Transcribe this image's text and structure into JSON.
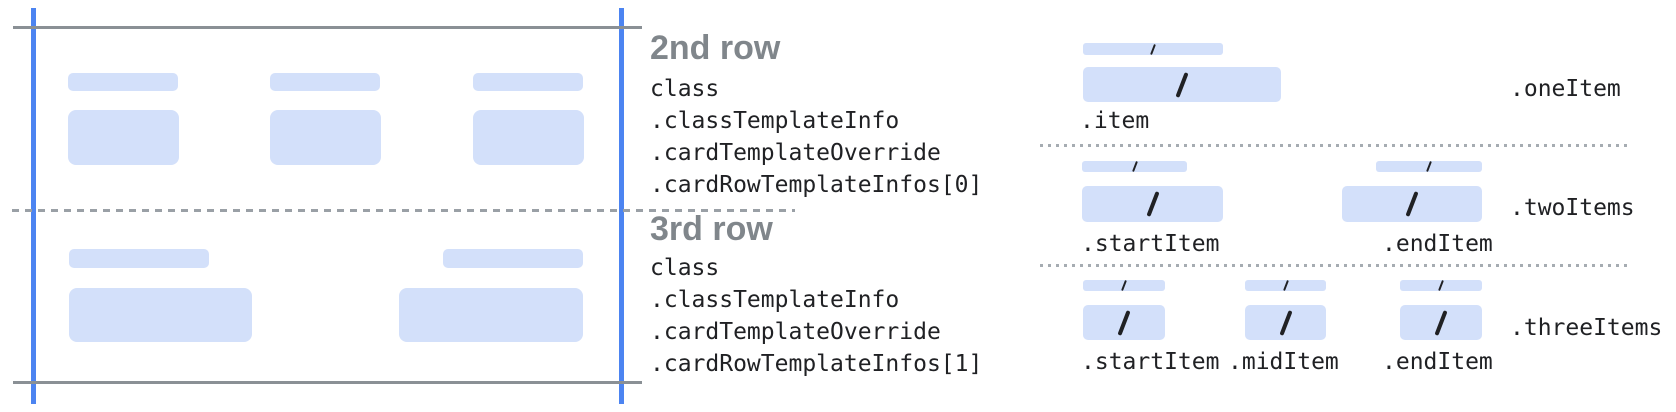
{
  "left_panel": {
    "row2": {
      "title": "2nd row",
      "lines": [
        "class",
        ".classTemplateInfo",
        ".cardTemplateOverride",
        ".cardRowTemplateInfos[0]"
      ]
    },
    "row3": {
      "title": "3rd row",
      "lines": [
        "class",
        ".classTemplateInfo",
        ".cardTemplateOverride",
        ".cardRowTemplateInfos[1]"
      ]
    }
  },
  "right_panel": {
    "one_item": {
      "row_label": ".oneItem",
      "item_labels": [
        ".item"
      ]
    },
    "two_items": {
      "row_label": ".twoItems",
      "item_labels": [
        ".startItem",
        ".endItem"
      ]
    },
    "three_items": {
      "row_label": ".threeItems",
      "item_labels": [
        ".startItem",
        ".midItem",
        ".endItem"
      ]
    }
  },
  "colors": {
    "placeholder_fill": "#d3e0fa",
    "guide_blue": "#4c84f1",
    "guide_gray": "#8a9095",
    "dash_gray": "#9aa0a6",
    "title_gray": "#80868b",
    "code_text": "#202124",
    "slash_black": "#202124"
  }
}
